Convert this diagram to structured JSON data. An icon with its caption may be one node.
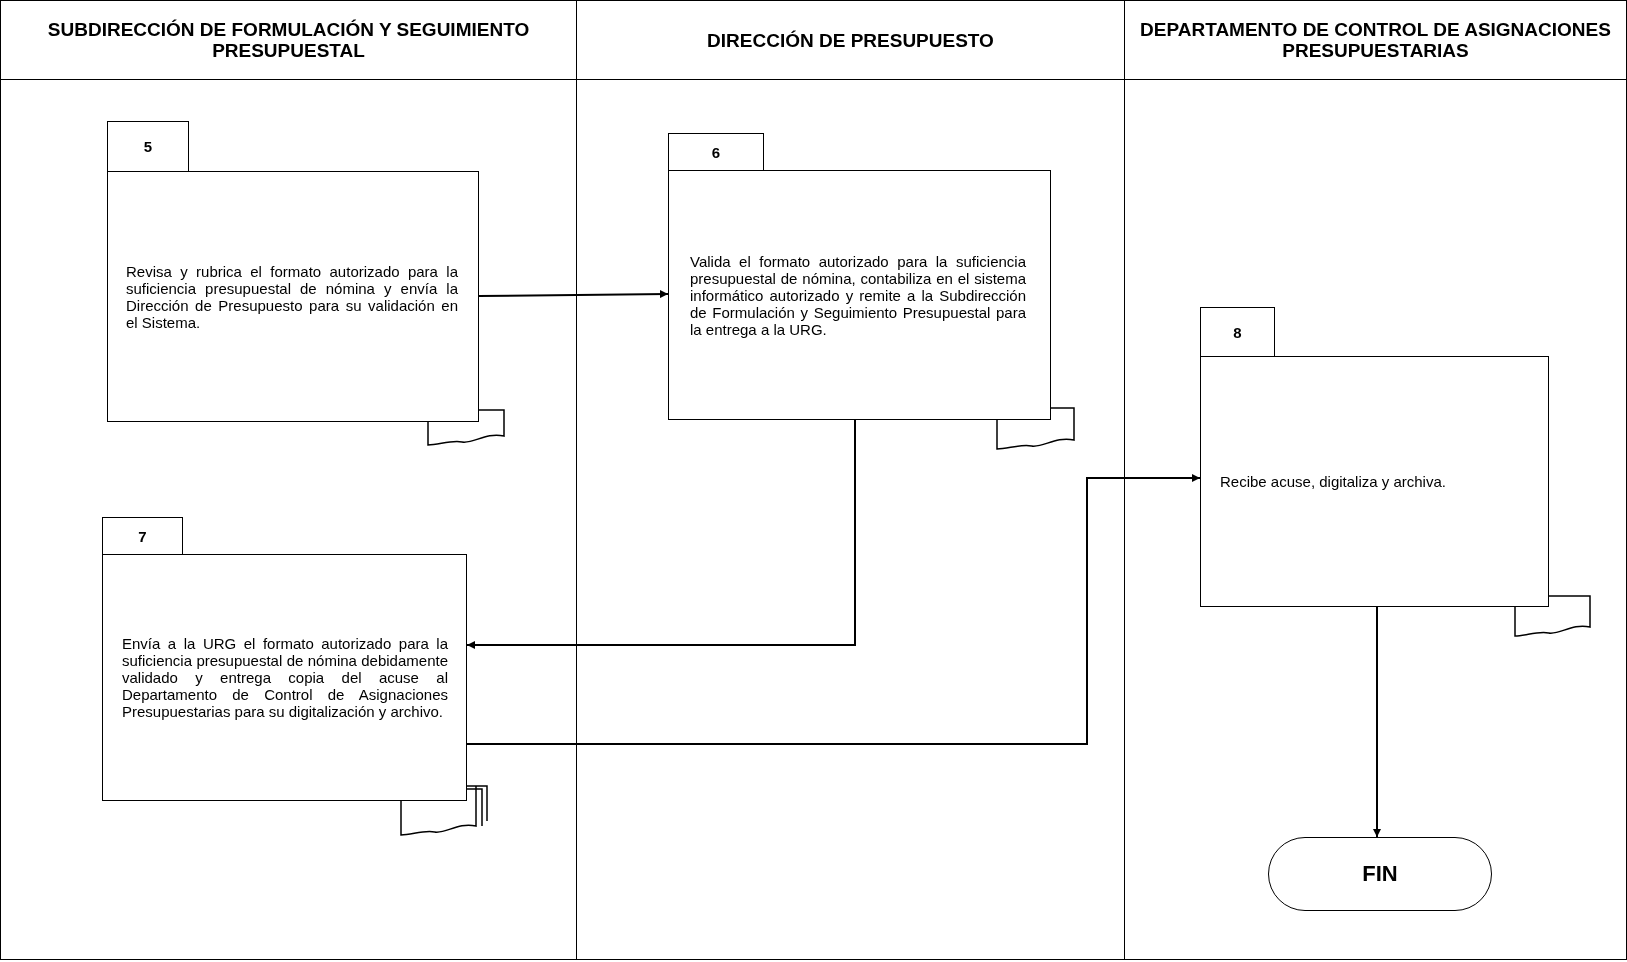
{
  "diagram": {
    "nodes": [
      {
        "text": [
          "SUBDIRECCIÓN DE FORMULACIÓN Y SEGUIMIENTO PRESUPUESTAL"
        ]
      },
      {
        "text": [
          "DIRECCIÓN DE PRESUPUESTO"
        ]
      },
      {
        "text": [
          "DEPARTAMENTO DE CONTROL DE ASIGNACIONES PRESUPUESTARIAS"
        ]
      },
      {
        "text": [
          "5",
          "Revisa y rubrica el formato autorizado para la suficiencia presupuestal de nómina y envía la Dirección de Presupuesto para su validación en el Sistema."
        ],
        "in": 0
      },
      {
        "text": [
          "6",
          "Valida el formato autorizado para la suficiencia presupuestal de nómina, contabiliza en el sistema informático autorizado y remite a la Subdirección de Formulación y Seguimiento Presupuestal para la entrega a la URG."
        ],
        "in": 1
      },
      {
        "text": [
          "7",
          "Envía a la URG el formato autorizado para la suficiencia presupuestal de nómina debidamente validado y entrega copia del acuse al Departamento de Control de Asignaciones Presupuestarias para su digitalización y archivo."
        ],
        "in": 0
      },
      {
        "text": [
          "8",
          "Recibe acuse, digitaliza y archiva."
        ],
        "in": 2
      },
      {
        "text": [
          "FIN"
        ],
        "in": 2
      }
    ],
    "edges": [
      {
        "from": 3,
        "to": 4,
        "arrow": "to"
      },
      {
        "from": 4,
        "to": 5,
        "arrow": "to"
      },
      {
        "from": 5,
        "to": 6,
        "arrow": "to"
      },
      {
        "from": 6,
        "to": 7,
        "arrow": "to"
      }
    ]
  }
}
